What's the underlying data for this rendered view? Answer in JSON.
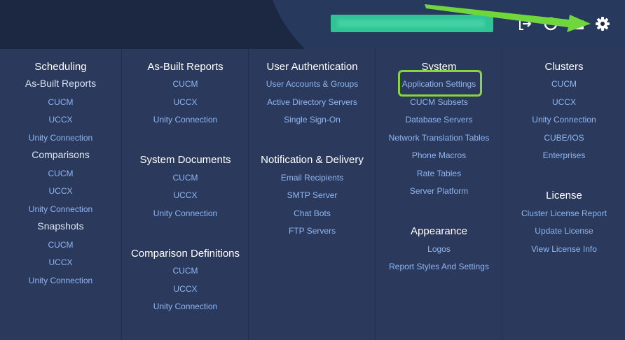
{
  "header": {
    "icons": [
      {
        "name": "logout-icon"
      },
      {
        "name": "user-icon"
      },
      {
        "name": "folder-icon"
      },
      {
        "name": "gear-icon"
      }
    ],
    "redacted_color": "#2fc395"
  },
  "annotation": {
    "highlight_color": "#8ad43e",
    "arrow_color": "#6fd63c"
  },
  "menu": {
    "columns": [
      {
        "heading": "Scheduling",
        "groups": [
          {
            "title": "As-Built Reports",
            "items": [
              "CUCM",
              "UCCX",
              "Unity Connection"
            ]
          },
          {
            "title": "Comparisons",
            "items": [
              "CUCM",
              "UCCX",
              "Unity Connection"
            ]
          },
          {
            "title": "Snapshots",
            "items": [
              "CUCM",
              "UCCX",
              "Unity Connection"
            ]
          }
        ]
      },
      {
        "sections": [
          {
            "heading": "As-Built Reports",
            "items": [
              "CUCM",
              "UCCX",
              "Unity Connection"
            ]
          },
          {
            "heading": "System Documents",
            "items": [
              "CUCM",
              "UCCX",
              "Unity Connection"
            ]
          },
          {
            "heading": "Comparison Definitions",
            "items": [
              "CUCM",
              "UCCX",
              "Unity Connection"
            ]
          }
        ]
      },
      {
        "sections": [
          {
            "heading": "User Authentication",
            "items": [
              "User Accounts & Groups",
              "Active Directory Servers",
              "Single Sign-On"
            ]
          },
          {
            "heading": "Notification & Delivery",
            "items": [
              "Email Recipients",
              "SMTP Server",
              "Chat Bots",
              "FTP Servers"
            ]
          }
        ]
      },
      {
        "sections": [
          {
            "heading": "System",
            "items": [
              "Application Settings",
              "CUCM Subsets",
              "Database Servers",
              "Network Translation Tables",
              "Phone Macros",
              "Rate Tables",
              "Server Platform"
            ]
          },
          {
            "heading": "Appearance",
            "items": [
              "Logos",
              "Report Styles And Settings"
            ]
          }
        ]
      },
      {
        "sections": [
          {
            "heading": "Clusters",
            "items": [
              "CUCM",
              "UCCX",
              "Unity Connection",
              "CUBE/IOS",
              "Enterprises"
            ]
          },
          {
            "heading": "License",
            "items": [
              "Cluster License Report",
              "Update License",
              "View License Info"
            ]
          }
        ]
      }
    ]
  }
}
